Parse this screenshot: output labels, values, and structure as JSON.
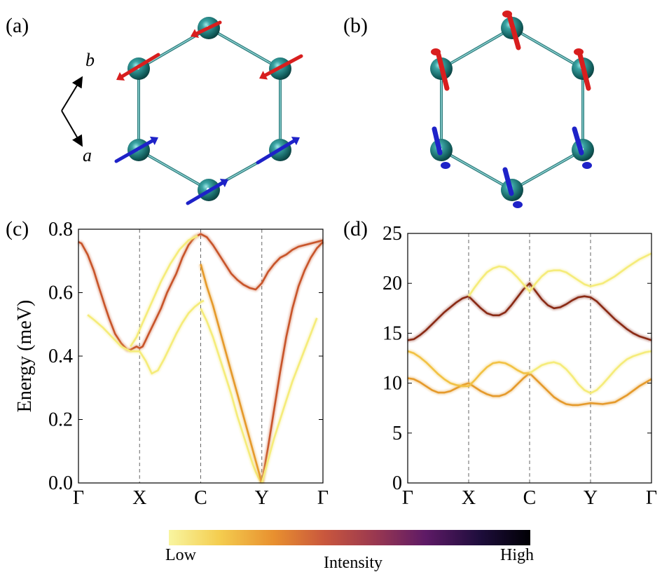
{
  "panel_labels": [
    "(a)",
    "(b)",
    "(c)",
    "(d)"
  ],
  "axis_arrows": {
    "b": "b",
    "a": "a"
  },
  "colors": {
    "atom": "#1d7f7f",
    "bond": "#4fa3a3",
    "spin_red": "#d81e1e",
    "spin_blue": "#1e22c8",
    "grid_dash": "#666666"
  },
  "colorbar": {
    "low_label": "Low",
    "title": "Intensity",
    "high_label": "High",
    "colormap": "inferno-like",
    "stops": [
      "#f8f5a0",
      "#f4cd4f",
      "#e8902f",
      "#c9573d",
      "#9a3850",
      "#5e1a66",
      "#1e0d3c",
      "#000004"
    ]
  },
  "chart_data": [
    {
      "type": "line",
      "panel": "(c)",
      "ylabel": "Energy  (meV)",
      "ylim": [
        0,
        0.8
      ],
      "yticks": [
        "0.0",
        "0.2",
        "0.4",
        "0.6",
        "0.8"
      ],
      "xticks": [
        "Γ",
        "X",
        "C",
        "Y",
        "Γ"
      ],
      "vlines_dashed": true,
      "series": [
        {
          "intensity": "medium-high",
          "x": [
            0,
            0.05,
            0.15,
            0.25,
            0.33,
            0.38,
            0.43,
            0.5,
            0.6,
            0.7,
            0.8,
            0.85,
            0.9,
            0.95,
            1.0,
            1.05,
            1.1,
            1.15,
            1.25,
            1.35,
            1.45,
            1.55,
            1.6,
            1.7,
            1.8,
            1.9,
            2.0,
            2.1,
            2.2,
            2.3,
            2.4,
            2.5,
            2.6,
            2.7,
            2.8,
            2.9,
            3.0,
            3.1,
            3.2,
            3.3,
            3.4,
            3.5,
            3.6,
            3.7,
            3.8,
            3.9,
            4.0
          ],
          "y": [
            0.76,
            0.755,
            0.72,
            0.67,
            0.62,
            0.59,
            0.56,
            0.52,
            0.47,
            0.44,
            0.42,
            0.42,
            0.425,
            0.43,
            0.425,
            0.43,
            0.45,
            0.47,
            0.51,
            0.55,
            0.6,
            0.64,
            0.66,
            0.71,
            0.75,
            0.775,
            0.785,
            0.775,
            0.75,
            0.72,
            0.69,
            0.66,
            0.64,
            0.625,
            0.615,
            0.61,
            0.63,
            0.665,
            0.69,
            0.71,
            0.72,
            0.735,
            0.745,
            0.75,
            0.755,
            0.76,
            0.765
          ]
        },
        {
          "intensity": "low",
          "x": [
            0.15,
            0.25,
            0.4,
            0.55,
            0.7,
            0.85,
            1.0,
            1.1,
            1.2,
            1.3,
            1.4,
            1.5,
            1.6,
            1.7,
            1.8,
            1.9,
            2.0,
            2.05
          ],
          "y": [
            0.53,
            0.515,
            0.49,
            0.46,
            0.43,
            0.415,
            0.415,
            0.385,
            0.345,
            0.355,
            0.39,
            0.43,
            0.47,
            0.505,
            0.535,
            0.555,
            0.57,
            0.575
          ]
        },
        {
          "intensity": "low",
          "x": [
            0.85,
            0.95,
            1.05,
            1.2,
            1.35,
            1.5,
            1.65,
            1.8,
            1.9,
            1.95
          ],
          "y": [
            0.43,
            0.46,
            0.505,
            0.57,
            0.635,
            0.69,
            0.735,
            0.765,
            0.775,
            0.78
          ]
        },
        {
          "intensity": "low",
          "x": [
            2.0,
            2.1,
            2.2,
            2.3,
            2.4,
            2.5,
            2.6,
            2.7,
            2.8,
            2.85,
            2.9,
            2.95,
            3.0
          ],
          "y": [
            0.55,
            0.51,
            0.46,
            0.4,
            0.34,
            0.28,
            0.21,
            0.15,
            0.09,
            0.06,
            0.035,
            0.015,
            0.0
          ]
        },
        {
          "intensity": "medium",
          "x": [
            2.0,
            2.1,
            2.2,
            2.3,
            2.4,
            2.5,
            2.6,
            2.7,
            2.8,
            2.9,
            3.0
          ],
          "y": [
            0.69,
            0.62,
            0.56,
            0.49,
            0.42,
            0.35,
            0.28,
            0.21,
            0.14,
            0.07,
            0.0
          ]
        },
        {
          "intensity": "medium-high",
          "x": [
            3.0,
            3.1,
            3.2,
            3.3,
            3.4,
            3.5,
            3.6,
            3.7,
            3.8,
            3.9,
            4.0
          ],
          "y": [
            0.0,
            0.11,
            0.23,
            0.35,
            0.46,
            0.55,
            0.62,
            0.67,
            0.71,
            0.74,
            0.76
          ]
        },
        {
          "intensity": "low",
          "x": [
            3.0,
            3.1,
            3.2,
            3.3,
            3.4,
            3.5,
            3.6,
            3.7,
            3.8,
            3.9
          ],
          "y": [
            0.0,
            0.07,
            0.14,
            0.2,
            0.26,
            0.32,
            0.37,
            0.42,
            0.47,
            0.52
          ]
        }
      ]
    },
    {
      "type": "line",
      "panel": "(d)",
      "ylabel": "",
      "ylim": [
        0,
        25
      ],
      "yticks": [
        "0",
        "5",
        "10",
        "15",
        "20",
        "25"
      ],
      "xticks": [
        "Γ",
        "X",
        "C",
        "Y",
        "Γ"
      ],
      "vlines_dashed": true,
      "series": [
        {
          "intensity": "high",
          "x": [
            0,
            0.1,
            0.2,
            0.3,
            0.4,
            0.5,
            0.6,
            0.7,
            0.8,
            0.9,
            1.0,
            1.1,
            1.2,
            1.3,
            1.4,
            1.5,
            1.6,
            1.7,
            1.8,
            1.9,
            2.0,
            2.1,
            2.2,
            2.3,
            2.4,
            2.5,
            2.6,
            2.7,
            2.8,
            2.9,
            3.0,
            3.1,
            3.2,
            3.3,
            3.4,
            3.5,
            3.6,
            3.7,
            3.8,
            3.9,
            4.0
          ],
          "y": [
            14.3,
            14.4,
            14.8,
            15.3,
            15.9,
            16.5,
            17.1,
            17.6,
            18.1,
            18.5,
            18.7,
            18.1,
            17.5,
            17.0,
            16.8,
            16.8,
            17.1,
            17.8,
            18.6,
            19.4,
            20.0,
            19.2,
            18.4,
            17.8,
            17.5,
            17.6,
            17.9,
            18.3,
            18.6,
            18.7,
            18.6,
            18.2,
            17.6,
            17.0,
            16.4,
            15.9,
            15.4,
            15.0,
            14.7,
            14.5,
            14.3
          ]
        },
        {
          "intensity": "low",
          "x": [
            1.0,
            1.1,
            1.2,
            1.3,
            1.4,
            1.5,
            1.6,
            1.7,
            1.8,
            1.9,
            2.0,
            2.1,
            2.2,
            2.3,
            2.4,
            2.5,
            2.6,
            2.7,
            2.8,
            2.9,
            3.0,
            3.2,
            3.4,
            3.6,
            3.8,
            4.0
          ],
          "y": [
            18.7,
            19.6,
            20.4,
            21.1,
            21.5,
            21.7,
            21.6,
            21.2,
            20.6,
            19.9,
            19.2,
            20.0,
            20.7,
            21.2,
            21.3,
            21.3,
            21.1,
            20.7,
            20.3,
            19.9,
            19.7,
            20.0,
            20.7,
            21.6,
            22.4,
            23.0
          ]
        },
        {
          "intensity": "medium",
          "x": [
            0,
            0.1,
            0.2,
            0.3,
            0.4,
            0.5,
            0.6,
            0.7,
            0.8,
            0.9,
            1.0,
            1.1,
            1.2,
            1.3,
            1.4,
            1.5,
            1.6,
            1.7,
            1.8,
            1.9,
            2.0,
            2.1,
            2.2,
            2.3,
            2.4,
            2.5,
            2.6,
            2.7,
            2.8,
            2.9,
            3.0,
            3.2,
            3.4,
            3.6,
            3.8,
            4.0
          ],
          "y": [
            10.5,
            10.4,
            10.1,
            9.7,
            9.3,
            9.05,
            9.05,
            9.2,
            9.5,
            9.8,
            10.0,
            9.6,
            9.2,
            8.9,
            8.7,
            8.7,
            8.9,
            9.3,
            9.9,
            10.5,
            11.0,
            10.4,
            9.8,
            9.2,
            8.6,
            8.2,
            7.9,
            7.8,
            7.8,
            7.9,
            8.0,
            7.9,
            8.1,
            8.8,
            9.7,
            10.4
          ]
        },
        {
          "intensity": "medium-low",
          "x": [
            0,
            0.1,
            0.2,
            0.3,
            0.4,
            0.5,
            0.6,
            0.7,
            0.8,
            0.9,
            1.0,
            1.1,
            1.2,
            1.3,
            1.4,
            1.5,
            1.6,
            1.7,
            1.8,
            1.9,
            2.0
          ],
          "y": [
            13.2,
            13.0,
            12.6,
            12.1,
            11.5,
            10.9,
            10.4,
            10.0,
            9.8,
            9.7,
            9.7,
            10.3,
            11.0,
            11.6,
            12.0,
            12.1,
            12.0,
            11.7,
            11.3,
            11.0,
            11.0
          ]
        },
        {
          "intensity": "low",
          "x": [
            2.0,
            2.1,
            2.2,
            2.3,
            2.4,
            2.5,
            2.6,
            2.7,
            2.8,
            2.9,
            3.0,
            3.1,
            3.2,
            3.3,
            3.4,
            3.5,
            3.6,
            3.7,
            3.8,
            3.9,
            4.0
          ],
          "y": [
            11.0,
            11.4,
            11.8,
            12.0,
            12.1,
            11.9,
            11.4,
            10.7,
            9.9,
            9.3,
            9.0,
            9.3,
            9.9,
            10.6,
            11.3,
            11.9,
            12.4,
            12.7,
            12.9,
            13.1,
            13.2
          ]
        }
      ]
    }
  ]
}
